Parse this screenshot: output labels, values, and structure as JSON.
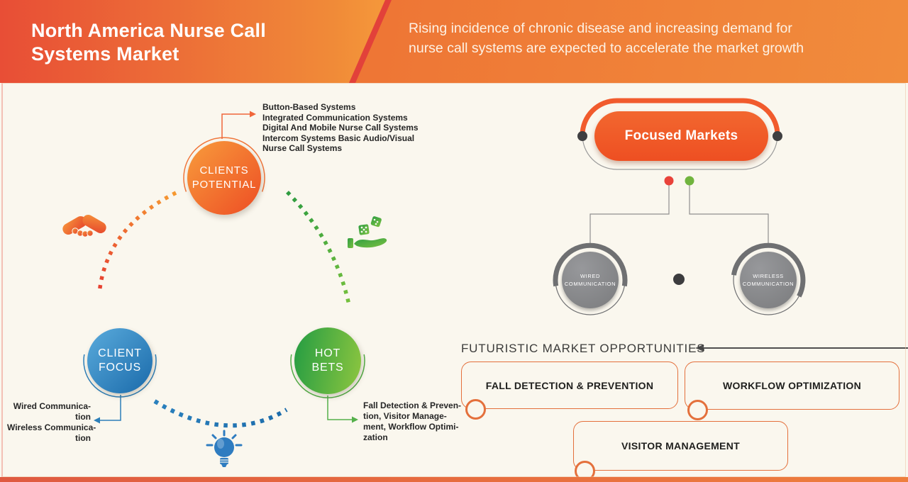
{
  "header": {
    "title_lines": [
      "North America Nurse Call",
      "Systems Market"
    ],
    "subtitle_lines": [
      "Rising incidence of chronic disease and increasing demand for",
      "nurse call systems are expected to accelerate the market growth"
    ]
  },
  "matrix": {
    "clients_potential": {
      "label_lines": [
        "CLIENTS",
        "POTENTIAL"
      ],
      "annotation_lines": [
        "Button-Based Systems",
        "Integrated Communication Systems",
        "Digital And Mobile Nurse Call Systems",
        "Intercom Systems Basic Audio/Visual",
        "Nurse Call Systems"
      ]
    },
    "client_focus": {
      "label_lines": [
        "CLIENT",
        "FOCUS"
      ],
      "annotation_lines": [
        "Wired Communica-",
        "tion",
        "Wireless Communica-",
        "tion"
      ]
    },
    "hot_bets": {
      "label_lines": [
        "HOT",
        "BETS"
      ],
      "annotation_lines": [
        "Fall Detection & Preven-",
        "tion, Visitor Manage-",
        "ment, Workflow Optimi-",
        "zation"
      ]
    },
    "icons": [
      "handshake-icon",
      "dice-in-hand-icon",
      "lightbulb-icon"
    ]
  },
  "focused_markets": {
    "title": "Focused Markets",
    "nodes": [
      {
        "label_lines": [
          "WIRED",
          "COMMUNICATION"
        ]
      },
      {
        "label_lines": [
          "WIRELESS",
          "COMMUNICATION"
        ]
      }
    ]
  },
  "opportunities": {
    "heading": "FUTURISTIC MARKET OPPORTUNITIES",
    "boxes": [
      {
        "label": "FALL DETECTION & PREVENTION"
      },
      {
        "label": "WORKFLOW OPTIMIZATION"
      },
      {
        "label": "VISITOR MANAGEMENT"
      }
    ]
  },
  "colors": {
    "header_red": "#e84e36",
    "header_orange": "#f18c3c",
    "accent_orange": "#ee5a2c",
    "accent_blue": "#2678b5",
    "accent_green": "#4caf3f",
    "gray_node": "#808184",
    "cream_background": "#faf7ee"
  }
}
